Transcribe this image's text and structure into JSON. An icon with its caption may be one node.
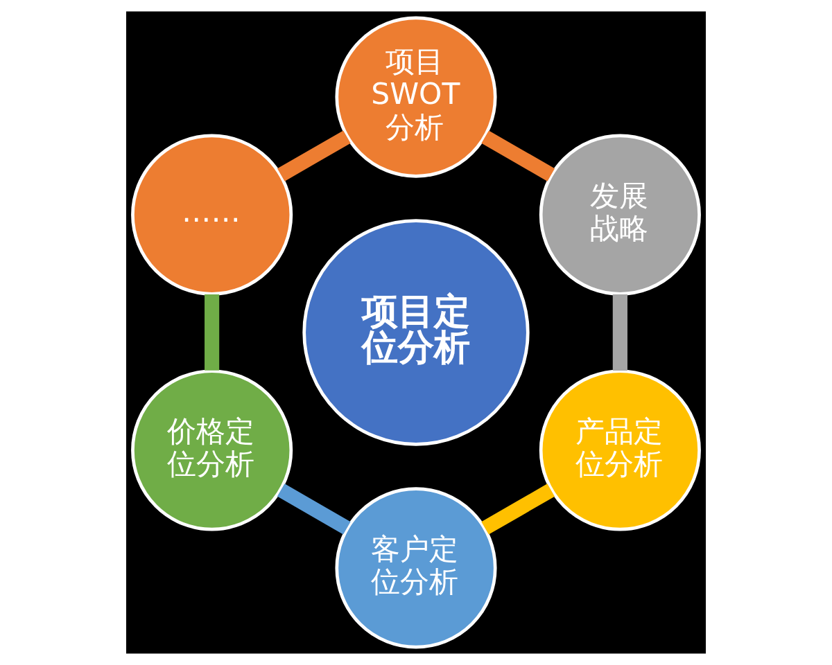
{
  "diagram": {
    "nodes": [
      {
        "text": [
          "项目SWOT分析"
        ]
      },
      {
        "text": [
          "……"
        ]
      },
      {
        "text": [
          "发展战略"
        ]
      },
      {
        "text": [
          "项目定位分析"
        ]
      },
      {
        "text": [
          "价格定位分析"
        ]
      },
      {
        "text": [
          "产品定位分析"
        ]
      },
      {
        "text": [
          "客户定位分析"
        ]
      }
    ],
    "edges": [
      {
        "from": 0,
        "to": 2,
        "arrow": "none",
        "color": "#ed7d31"
      },
      {
        "from": 2,
        "to": 5,
        "arrow": "none",
        "color": "#a5a5a5"
      },
      {
        "from": 5,
        "to": 6,
        "arrow": "none",
        "color": "#ffc000"
      },
      {
        "from": 6,
        "to": 4,
        "arrow": "none",
        "color": "#5b9bd5"
      },
      {
        "from": 4,
        "to": 1,
        "arrow": "none",
        "color": "#70ad47"
      },
      {
        "from": 1,
        "to": 0,
        "arrow": "none",
        "color": "#ed7d31"
      }
    ]
  }
}
